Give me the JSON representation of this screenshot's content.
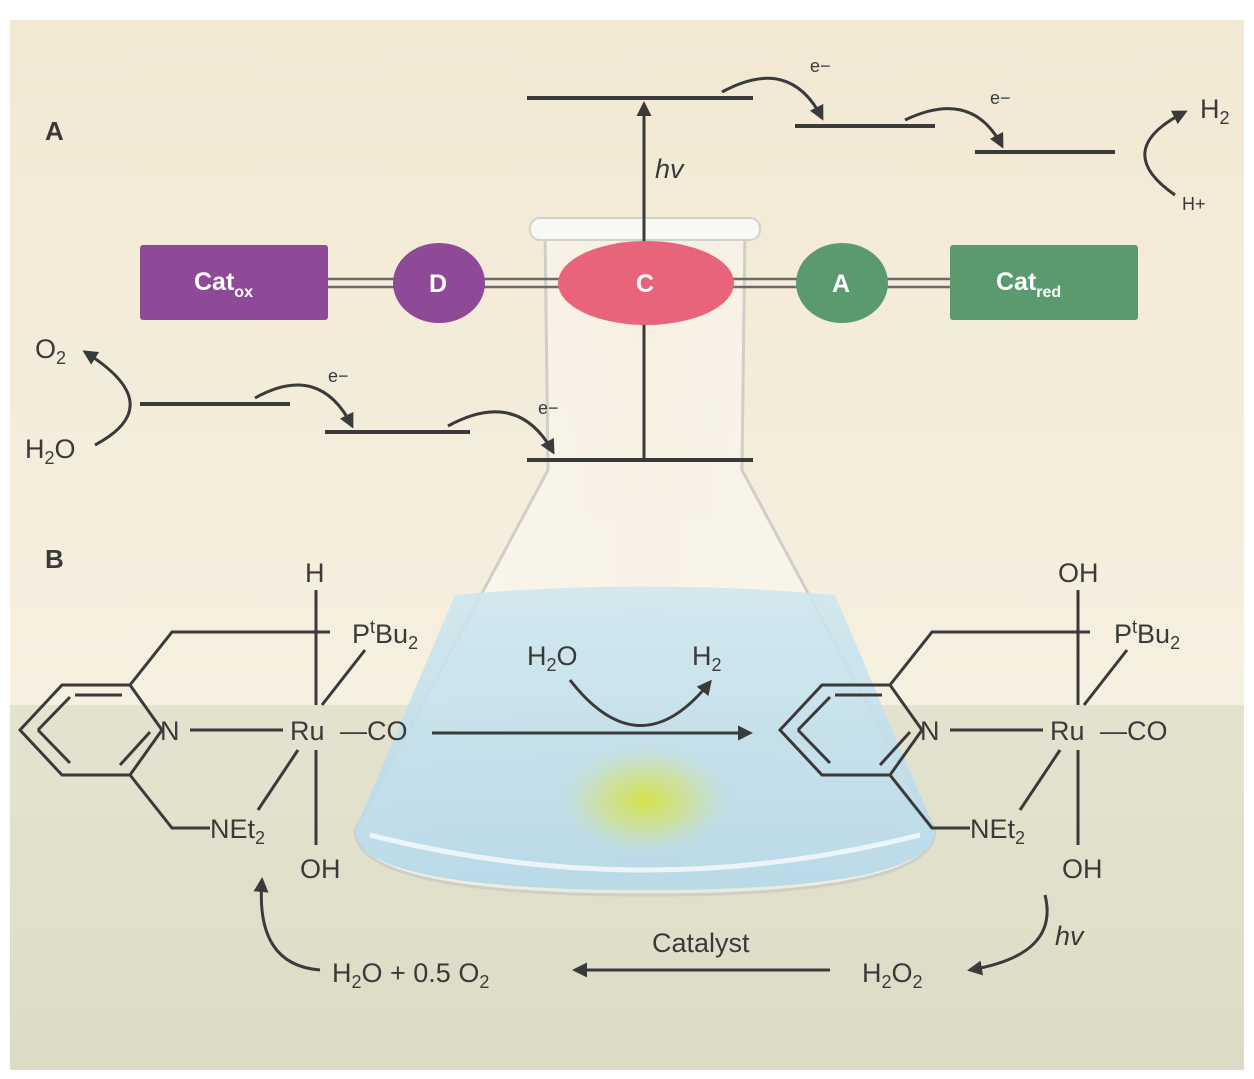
{
  "panels": {
    "a": "A",
    "b": "B"
  },
  "panel_a": {
    "hv": "hv",
    "electron": "e−",
    "h2_symbol": "H",
    "h2_sub": "2",
    "h_plus": "H+",
    "o2_symbol": "O",
    "o2_sub": "2",
    "h2o_symbol": "H",
    "h2o_sub": "2",
    "h2o_rest": "O",
    "nodes": {
      "cat_ox": {
        "main": "Cat",
        "sub": "ox"
      },
      "donor": "D",
      "chromophore": "C",
      "acceptor": "A",
      "cat_red": {
        "main": "Cat",
        "sub": "red"
      }
    }
  },
  "panel_b": {
    "left": {
      "top_ligand": "H",
      "phosphine_main": "P",
      "phosphine_sup": "t",
      "phosphine_rest": "Bu",
      "phosphine_sub": "2",
      "nitrogen": "N",
      "metal": "Ru",
      "carbonyl": "—CO",
      "amine_main": "NEt",
      "amine_sub": "2",
      "bottom_ligand": "OH"
    },
    "right": {
      "top_ligand": "OH",
      "phosphine_main": "P",
      "phosphine_sup": "t",
      "phosphine_rest": "Bu",
      "phosphine_sub": "2",
      "nitrogen": "N",
      "metal": "Ru",
      "carbonyl": "—CO",
      "amine_main": "NEt",
      "amine_sub": "2",
      "bottom_ligand": "OH"
    },
    "water_in": {
      "main": "H",
      "sub": "2",
      "rest": "O"
    },
    "hydrogen_out": {
      "main": "H",
      "sub": "2"
    },
    "hv": "hv",
    "peroxide": {
      "main": "H",
      "sub1": "2",
      "mid": "O",
      "sub2": "2"
    },
    "catalyst": "Catalyst",
    "products": {
      "h": "H",
      "sub1": "2",
      "mid": "O + 0.5 O",
      "sub2": "2"
    }
  },
  "colors": {
    "cat_ox": "#8e4a97",
    "donor": "#8e4a97",
    "chromophore": "#e8647a",
    "acceptor": "#5a9a6e",
    "cat_red": "#5a9a6e",
    "ink": "#3a3a3a"
  }
}
